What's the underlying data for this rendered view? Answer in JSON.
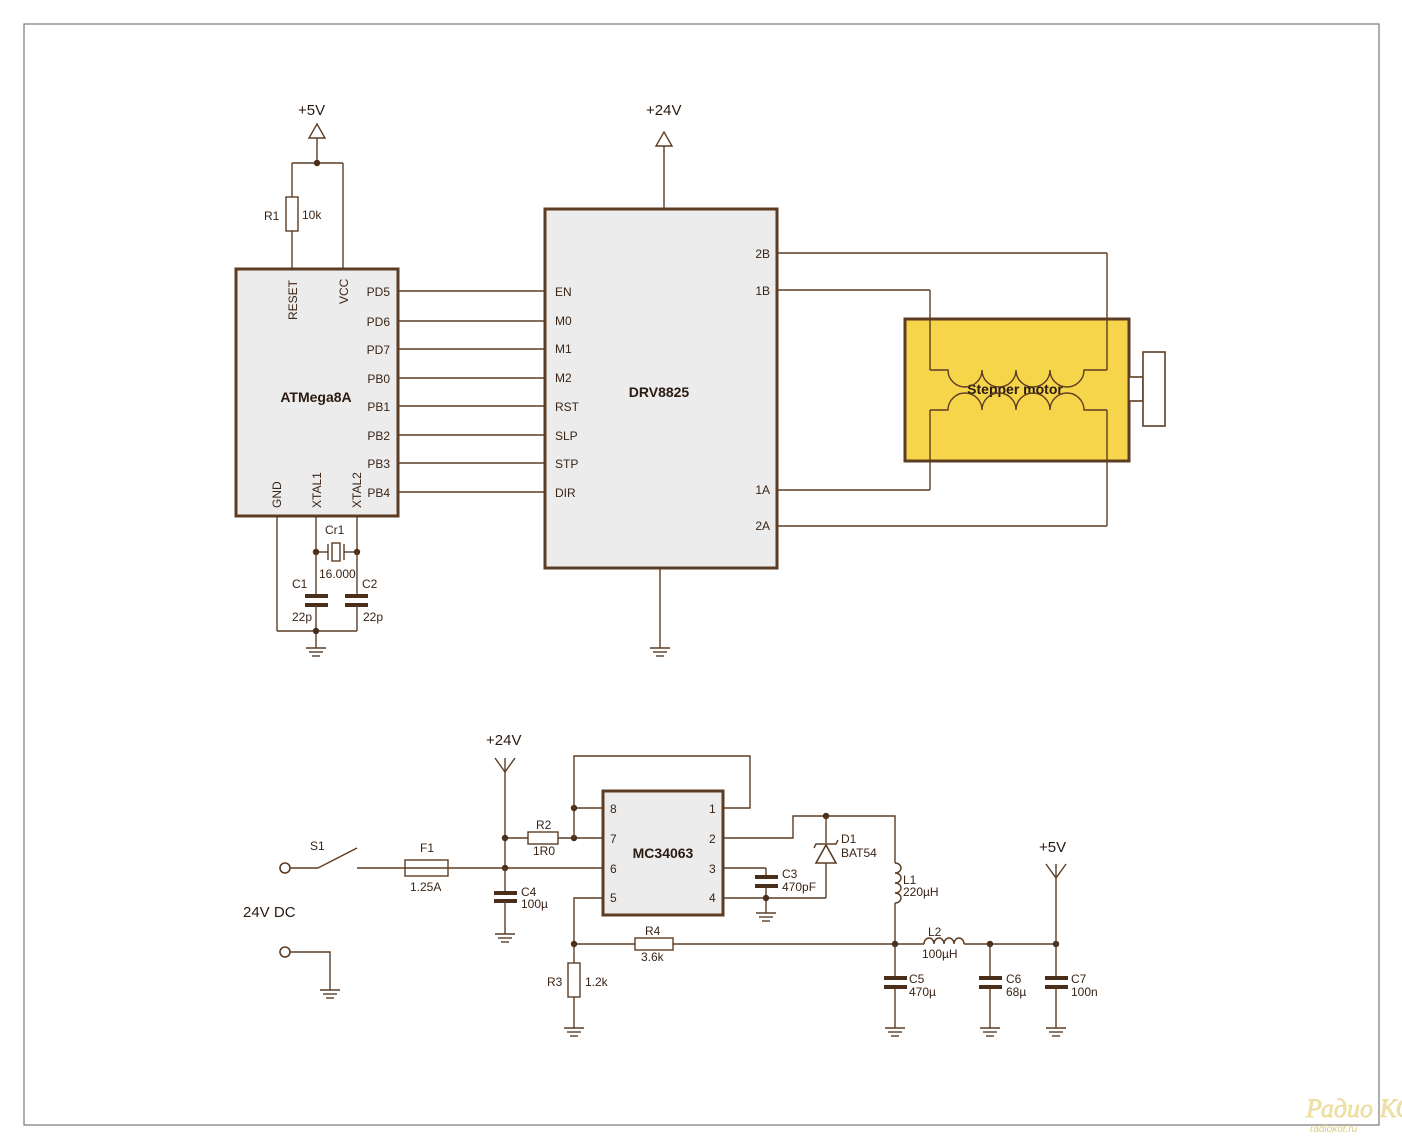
{
  "mcu": {
    "name": "ATMega8A",
    "pins": {
      "pd5": "PD5",
      "pd6": "PD6",
      "pd7": "PD7",
      "pb0": "PB0",
      "pb1": "PB1",
      "pb2": "PB2",
      "pb3": "PB3",
      "pb4": "PB4",
      "reset": "RESET",
      "vcc": "VCC",
      "gnd": "GND",
      "xtal1": "XTAL1",
      "xtal2": "XTAL2"
    }
  },
  "driver": {
    "name": "DRV8825",
    "pins": {
      "en": "EN",
      "m0": "M0",
      "m1": "M1",
      "m2": "M2",
      "rst": "RST",
      "slp": "SLP",
      "stp": "STP",
      "dir": "DIR",
      "p2b": "2B",
      "p1b": "1B",
      "p1a": "1A",
      "p2a": "2A"
    }
  },
  "motor": {
    "name": "Stepper motor",
    "color": "#f7d54a"
  },
  "rails": {
    "v5": "+5V",
    "v24": "+24V"
  },
  "components": {
    "r1": {
      "ref": "R1",
      "val": "10k"
    },
    "cr1": {
      "ref": "Cr1",
      "val": "16.000"
    },
    "c1": {
      "ref": "C1",
      "val": "22p"
    },
    "c2": {
      "ref": "C2",
      "val": "22p"
    },
    "s1": {
      "ref": "S1"
    },
    "f1": {
      "ref": "F1",
      "val": "1.25A"
    },
    "r2": {
      "ref": "R2",
      "val": "1R0"
    },
    "c4": {
      "ref": "C4",
      "val": "100µ"
    },
    "c3": {
      "ref": "C3",
      "val": "470pF"
    },
    "d1": {
      "ref": "D1",
      "val": "BAT54"
    },
    "l1": {
      "ref": "L1",
      "val": "220µH"
    },
    "l2": {
      "ref": "L2",
      "val": "100µH"
    },
    "r4": {
      "ref": "R4",
      "val": "3.6k"
    },
    "r3": {
      "ref": "R3",
      "val": "1.2k"
    },
    "c5": {
      "ref": "C5",
      "val": "470µ"
    },
    "c6": {
      "ref": "C6",
      "val": "68µ"
    },
    "c7": {
      "ref": "C7",
      "val": "100n"
    }
  },
  "reg": {
    "name": "MC34063",
    "pins": [
      "1",
      "2",
      "3",
      "4",
      "5",
      "6",
      "7",
      "8"
    ]
  },
  "input_label": "24V DC",
  "watermark": {
    "logo": "Радио КОТ",
    "url": "radiokot.ru"
  },
  "colors": {
    "ink": "#5c3d24",
    "chip_fill": "#ececec",
    "frame": "#6b6b6b"
  }
}
